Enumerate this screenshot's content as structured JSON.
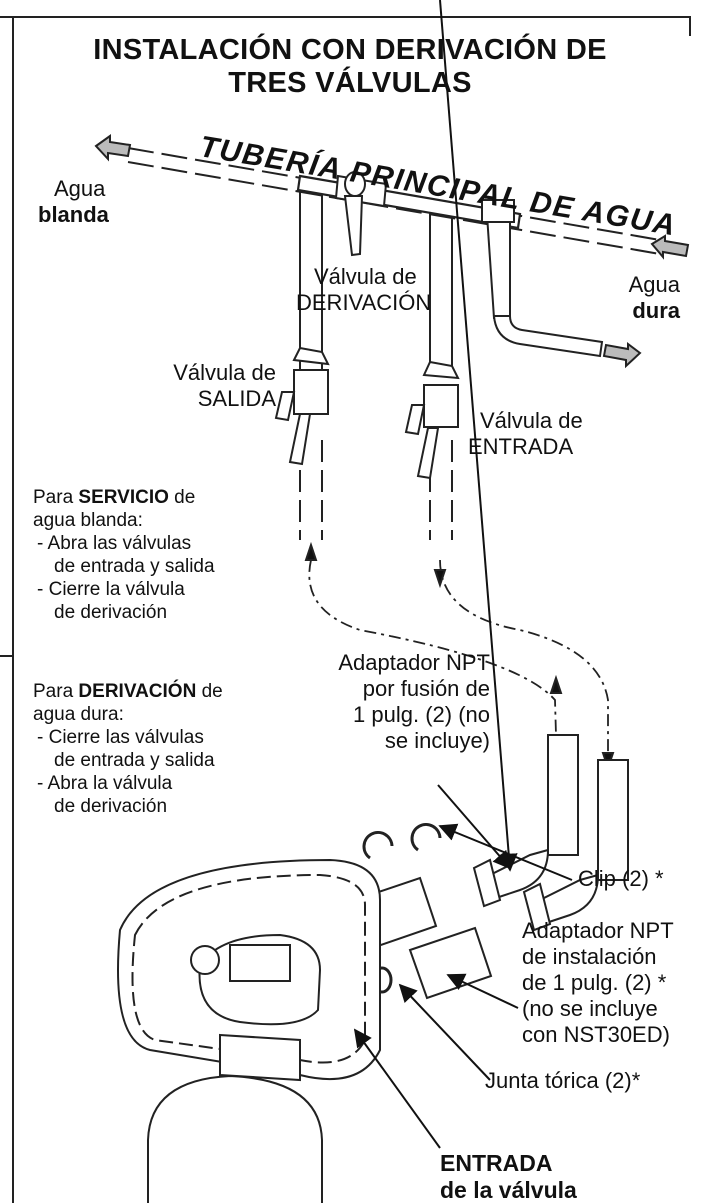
{
  "title": {
    "line1": "INSTALACIÓN CON DERIVACIÓN DE",
    "line2": "TRES VÁLVULAS"
  },
  "main_pipe": "TUBERÍA PRINCIPAL DE AGUA",
  "soft_water": {
    "line1": "Agua",
    "line2": "blanda"
  },
  "hard_water": {
    "line1": "Agua",
    "line2": "dura"
  },
  "bypass_valve": {
    "line1": "Válvula de",
    "line2": "DERIVACIÓN"
  },
  "outlet_valve": {
    "line1": "Válvula de",
    "line2": "SALIDA"
  },
  "inlet_valve": {
    "line1": "Válvula de",
    "line2": "ENTRADA"
  },
  "service_note": {
    "prefix": "Para ",
    "bold": "SERVICIO",
    "suffix": " de",
    "line2": "agua blanda:",
    "item1a": "- Abra las válvulas",
    "item1b": "de entrada y salida",
    "item2a": "- Cierre la válvula",
    "item2b": "de derivación"
  },
  "bypass_note": {
    "prefix": "Para ",
    "bold": "DERIVACIÓN",
    "suffix": " de",
    "line2": "agua dura:",
    "item1a": "- Cierre las válvulas",
    "item1b": "de entrada y salida",
    "item2a": "- Abra la válvula",
    "item2b": "de derivación"
  },
  "adapter_fusion": {
    "line1": "Adaptador NPT",
    "line2": "por fusión de",
    "line3": "1 pulg. (2) (no",
    "line4": "se incluye)"
  },
  "clip": "Clip (2) *",
  "adapter_install": {
    "line1": "Adaptador NPT",
    "line2": "de instalación",
    "line3": "de 1 pulg. (2) *",
    "line4": "(no se incluye",
    "line5": "con NST30ED)"
  },
  "o_ring": "Junta tórica (2)*",
  "valve_inlet": {
    "line1": "ENTRADA",
    "line2": "de la válvula"
  }
}
